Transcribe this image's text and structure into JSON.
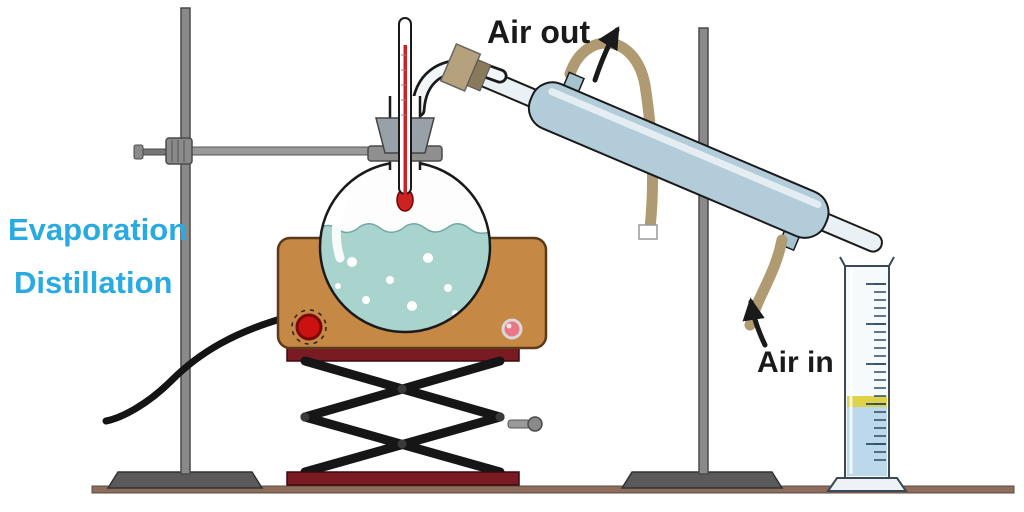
{
  "diagram": {
    "title_lines": {
      "line1": "Evaporation",
      "line2": "Distillation"
    },
    "annotations": {
      "air_out": "Air out",
      "air_in": "Air in"
    }
  },
  "colors": {
    "title_blue": "#29aae1",
    "annotation_black": "#1a1a1a",
    "flask_liquid": "#a9d4cd",
    "hotplate": "#c68845",
    "hotplate_knob": "#cc1111",
    "jack_plate": "#7a1a22",
    "condenser_jacket": "#b2cdd9",
    "condenser_inner": "#e9f1f5",
    "hose": "#b09a72",
    "cylinder_liquid": "#bcd9ec",
    "cylinder_band": "#ddd24a",
    "floor": "#8d6e5c",
    "stand": "#8a8a8a",
    "thermometer_red": "#cc2222"
  }
}
